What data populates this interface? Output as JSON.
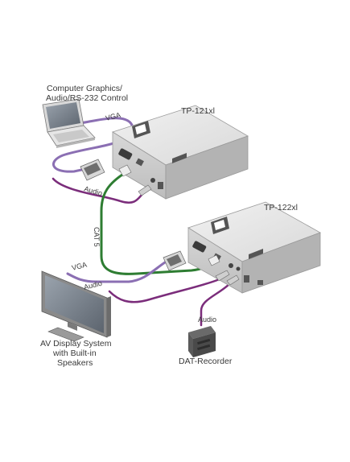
{
  "labels": {
    "computer_line1": "Computer Graphics/",
    "computer_line2": "Audio/RS-232 Control",
    "tp121": "TP-121xl",
    "tp122": "TP-122xl",
    "vga_top": "VGA",
    "audio_top": "Audio",
    "cat5": "CAT 5",
    "vga_bottom": "VGA",
    "audio_bottom": "Audio",
    "audio_dat": "Audio",
    "display_line1": "AV Display System",
    "display_line2": "with Built-in",
    "display_line3": "Speakers",
    "dat_recorder": "DAT-Recorder"
  },
  "colors": {
    "vga_cable": "#8b6fb3",
    "audio_cable": "#7b2d7b",
    "cat5_cable": "#2e7d32",
    "device_top": "#e6e6e6",
    "device_front": "#cfcfcf",
    "device_side": "#b0b0b0"
  }
}
